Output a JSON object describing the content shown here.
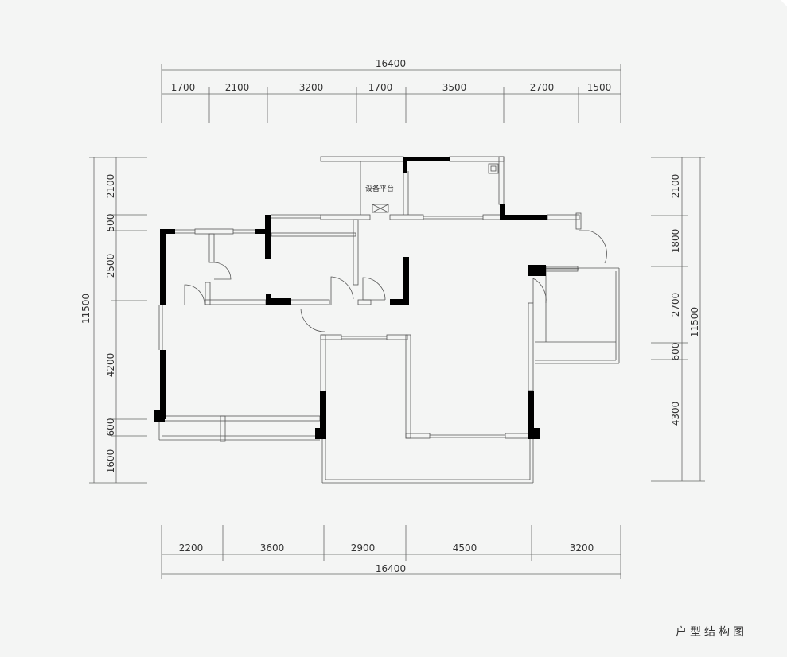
{
  "title": "户型结构图",
  "equipment_label": "设备平台",
  "dims": {
    "top_total": "16400",
    "top": [
      "1700",
      "2100",
      "3200",
      "1700",
      "3500",
      "2700",
      "1500"
    ],
    "bottom": [
      "2200",
      "3600",
      "2900",
      "4500",
      "3200"
    ],
    "bottom_total": "16400",
    "left": [
      "2100",
      "500",
      "2500",
      "4200",
      "600",
      "1600"
    ],
    "left_total": "11500",
    "right": [
      "2100",
      "1800",
      "2700",
      "600",
      "4300"
    ],
    "right_total": "11500"
  },
  "colors": {
    "background": "#f4f5f4",
    "wall": "#000000",
    "line": "#555555"
  }
}
